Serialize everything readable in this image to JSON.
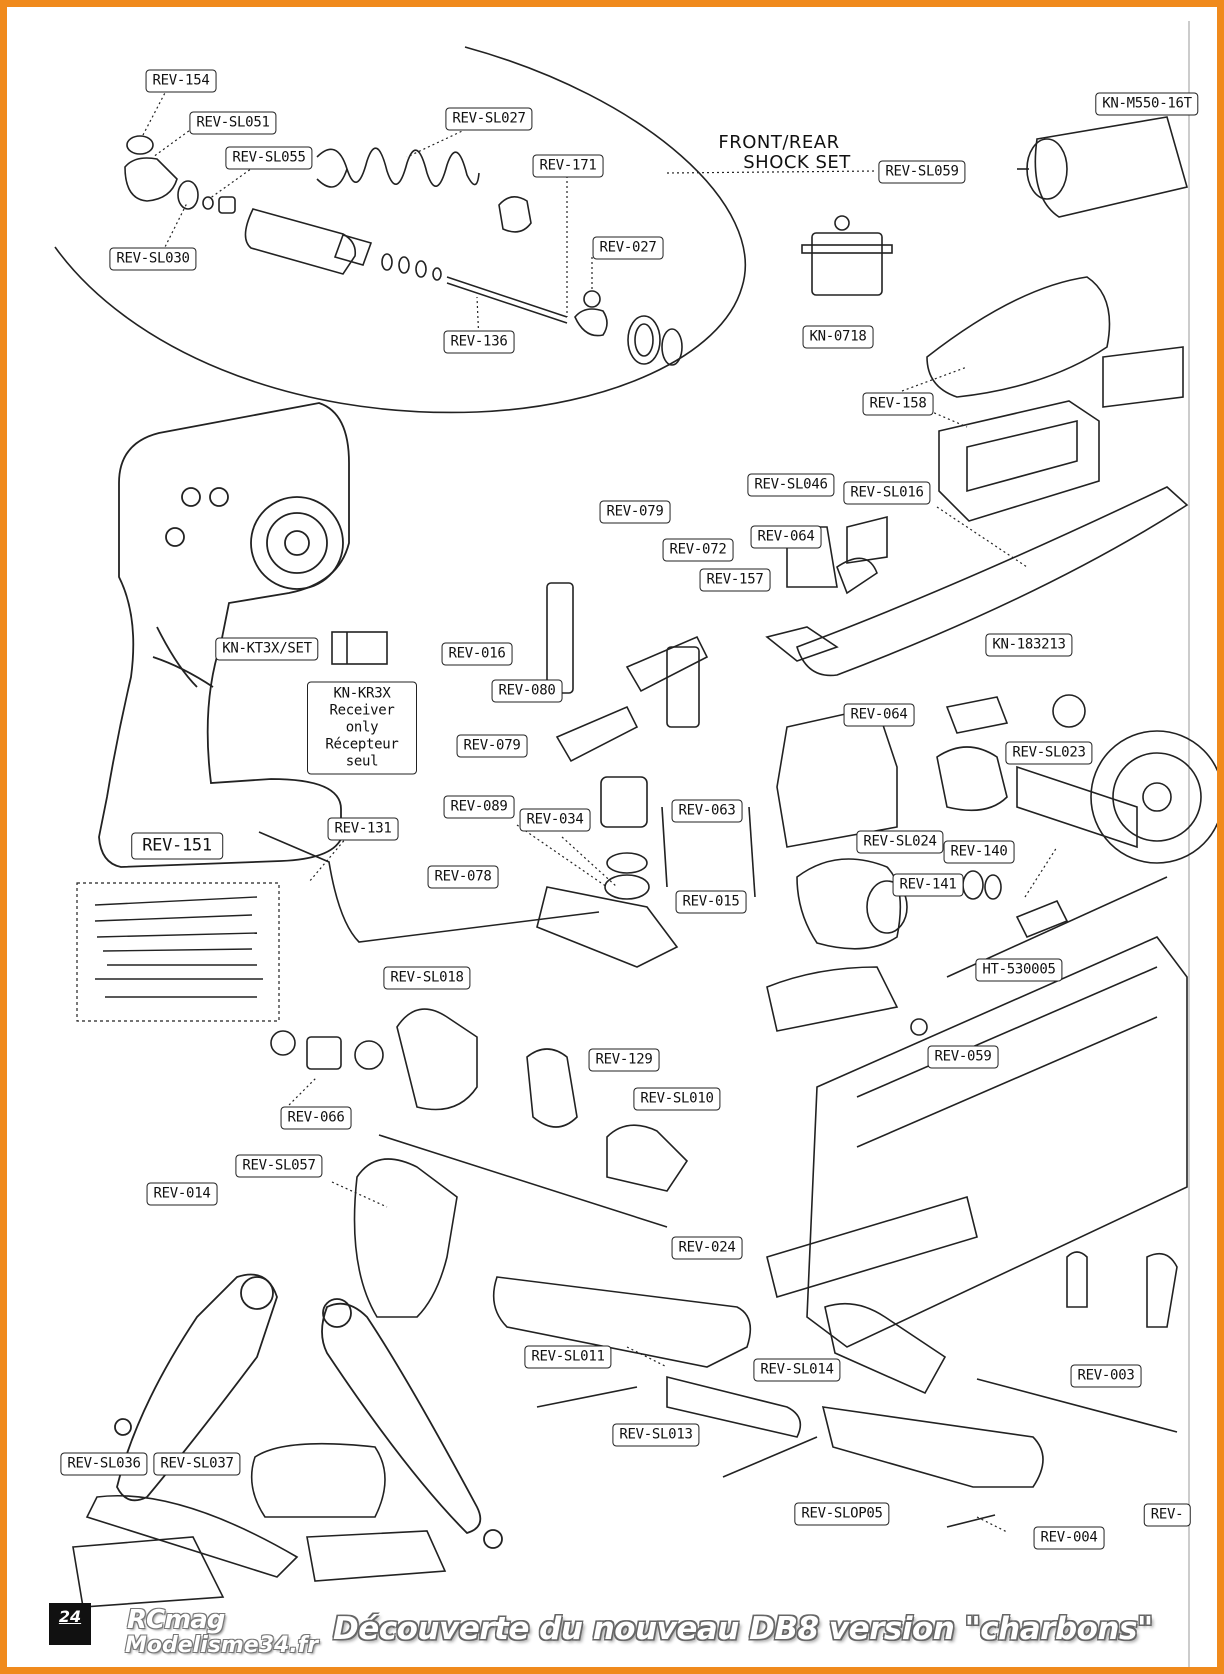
{
  "labels": {
    "rev_154": "REV-154",
    "rev_sl051": "REV-SL051",
    "rev_sl055": "REV-SL055",
    "rev_sl027": "REV-SL027",
    "rev_171": "REV-171",
    "rev_027": "REV-027",
    "rev_sl030": "REV-SL030",
    "rev_136": "REV-136",
    "rev_sl059": "REV-SL059",
    "kn_m550": "KN-M550-16T",
    "kn_0718": "KN-0718",
    "rev_158": "REV-158",
    "rev_sl046": "REV-SL046",
    "rev_sl016": "REV-SL016",
    "rev_079_top": "REV-079",
    "rev_072": "REV-072",
    "rev_064_top": "REV-064",
    "rev_157": "REV-157",
    "rev_016": "REV-016",
    "rev_080": "REV-080",
    "kn_kt3x": "KN-KT3X/SET",
    "kn_183213": "KN-183213",
    "rev_064_mid": "REV-064",
    "rev_sl023": "REV-SL023",
    "rev_079_mid": "REV-079",
    "rev_089": "REV-089",
    "rev_034": "REV-034",
    "rev_063": "REV-063",
    "rev_sl024": "REV-SL024",
    "rev_140": "REV-140",
    "rev_151": "REV-151",
    "rev_131": "REV-131",
    "rev_078": "REV-078",
    "rev_015": "REV-015",
    "rev_141": "REV-141",
    "ht_530005": "HT-530005",
    "rev_sl018": "REV-SL018",
    "rev_059": "REV-059",
    "rev_129": "REV-129",
    "rev_066": "REV-066",
    "rev_sl010": "REV-SL010",
    "rev_sl057": "REV-SL057",
    "rev_014": "REV-014",
    "rev_024": "REV-024",
    "rev_sl011": "REV-SL011",
    "rev_sl014": "REV-SL014",
    "rev_003": "REV-003",
    "rev_sl013": "REV-SL013",
    "rev_sl036": "REV-SL036",
    "rev_sl037": "REV-SL037",
    "rev_slop05": "REV-SLOP05",
    "rev_004": "REV-004",
    "rev_cut": "REV-"
  },
  "receiver": {
    "code": "KN-KR3X",
    "line1": "Receiver only",
    "line2": "Récepteur seul"
  },
  "shock_set": {
    "line1": "FRONT/REAR",
    "line2": "SHOCK SET"
  },
  "footer": {
    "page_number": "24",
    "watermark_line1": "RCmag",
    "watermark_line2": "Modelisme34.fr",
    "caption": "Découverte du nouveau DB8 version \"charbons\""
  },
  "colors": {
    "frame": "#f08a1c",
    "ink": "#111111"
  }
}
